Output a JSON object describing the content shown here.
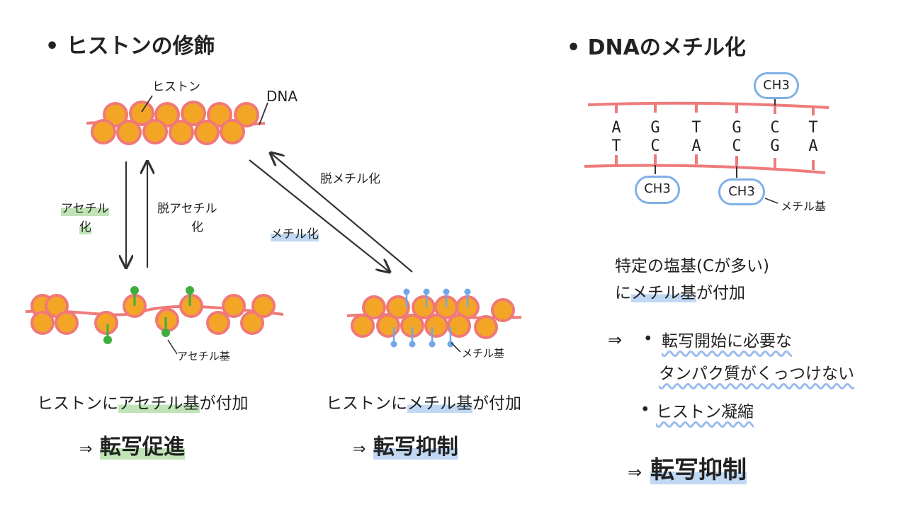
{
  "histone_section": {
    "bullet": "•",
    "title": "ヒストンの修飾",
    "histone_label": "ヒストン",
    "dna_label": "DNA",
    "acetylation": {
      "line1": "アセチル",
      "line2": "化"
    },
    "deacetylation": {
      "line1": "脱アセチル",
      "line2": "化"
    },
    "demethylation": "脱メチル化",
    "methylation": "メチル化",
    "acetyl_group_label": "アセチル基",
    "methyl_group_label": "メチル基",
    "acetyl_caption": {
      "pre": "ヒストンに",
      "hl": "アセチル基",
      "post": "が付加"
    },
    "methyl_caption": {
      "pre": "ヒストンに",
      "hl": "メチル基",
      "post": "が付加"
    },
    "result_left": {
      "arrow": "⇒",
      "text": "転写促進"
    },
    "result_right": {
      "arrow": "⇒",
      "text": "転写抑制"
    }
  },
  "dna_section": {
    "bullet": "•",
    "title": "DNAのメチル化",
    "top_strand": [
      "A",
      "G",
      "T",
      "G",
      "C",
      "T"
    ],
    "bottom_strand": [
      "T",
      "C",
      "A",
      "C",
      "G",
      "A"
    ],
    "ch3": "CH3",
    "methyl_group_label": "メチル基",
    "desc_line1": "特定の塩基(Cが多い)",
    "desc_line2_pre": "に",
    "desc_line2_hl": "メチル基",
    "desc_line2_post": "が付加",
    "arrow": "⇒",
    "point1_bullet": "•",
    "point1_line1": "転写開始に必要な",
    "point1_line2": "タンパク質がくっつけない",
    "point2_bullet": "•",
    "point2": "ヒストン凝縮",
    "result": {
      "arrow": "⇒",
      "text": "転写抑制"
    }
  },
  "colors": {
    "histone_fill": "#f3a626",
    "histone_ring": "#f07878",
    "dna_strand": "#ee7b7b",
    "acetyl_green": "#3fae3f",
    "methyl_blue": "#6fa8e8",
    "highlight_green": "#8ccd78",
    "highlight_blue": "#96bee8"
  }
}
